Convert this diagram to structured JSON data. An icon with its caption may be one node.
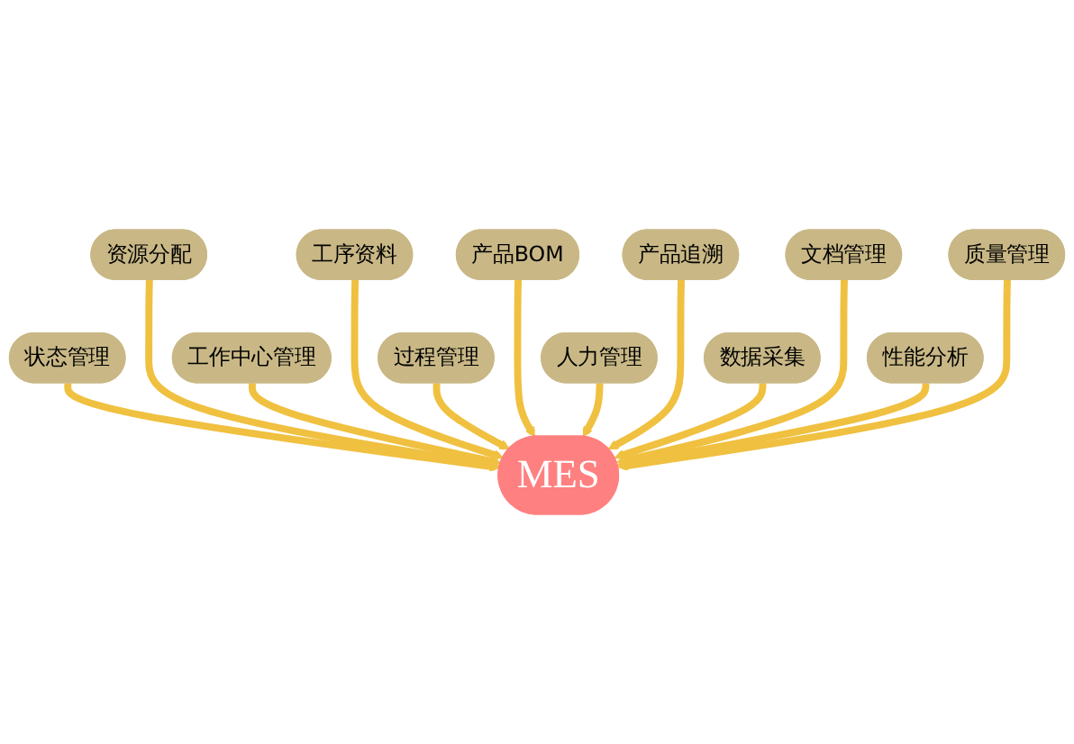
{
  "diagram": {
    "nodes": [
      {
        "text": [
          "状态管理"
        ]
      },
      {
        "text": [
          "资源分配"
        ]
      },
      {
        "text": [
          "工作中心管理"
        ]
      },
      {
        "text": [
          "工序资料"
        ]
      },
      {
        "text": [
          "过程管理"
        ]
      },
      {
        "text": [
          "产品BOM"
        ]
      },
      {
        "text": [
          "MES"
        ]
      },
      {
        "text": [
          "人力管理"
        ]
      },
      {
        "text": [
          "产品追溯"
        ]
      },
      {
        "text": [
          "数据采集"
        ]
      },
      {
        "text": [
          "文档管理"
        ]
      },
      {
        "text": [
          "性能分析"
        ]
      },
      {
        "text": [
          "质量管理"
        ]
      }
    ],
    "edges": [
      {
        "from": 0,
        "to": 6,
        "arrow": "to"
      },
      {
        "from": 1,
        "to": 6,
        "arrow": "to"
      },
      {
        "from": 2,
        "to": 6,
        "arrow": "to"
      },
      {
        "from": 3,
        "to": 6,
        "arrow": "to"
      },
      {
        "from": 4,
        "to": 6,
        "arrow": "to"
      },
      {
        "from": 5,
        "to": 6,
        "arrow": "to"
      },
      {
        "from": 7,
        "to": 6,
        "arrow": "to"
      },
      {
        "from": 8,
        "to": 6,
        "arrow": "to"
      },
      {
        "from": 9,
        "to": 6,
        "arrow": "to"
      },
      {
        "from": 10,
        "to": 6,
        "arrow": "to"
      },
      {
        "from": 11,
        "to": 6,
        "arrow": "to"
      },
      {
        "from": 12,
        "to": 6,
        "arrow": "to"
      }
    ]
  }
}
